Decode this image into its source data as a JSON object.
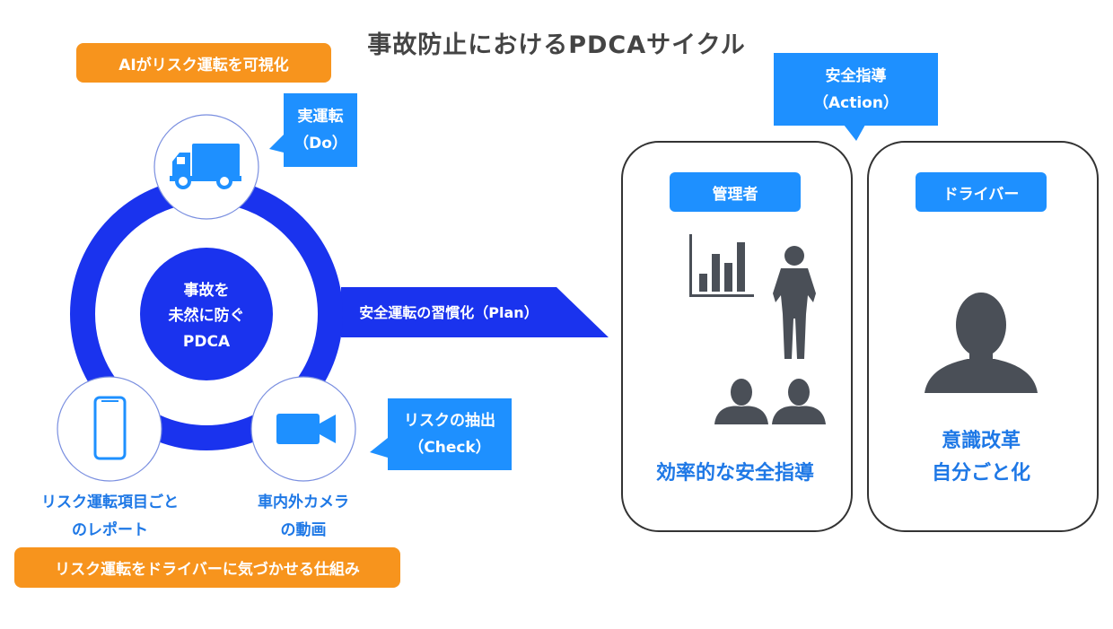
{
  "title": "事故防止におけるPDCAサイクル",
  "top_pill": "AIがリスク運転を可視化",
  "bottom_pill": "リスク運転をドライバーに気づかせる仕組み",
  "center": {
    "line1": "事故を",
    "line2": "未然に防ぐ",
    "line3": "PDCA"
  },
  "do_callout": {
    "line1": "実運転",
    "line2": "（Do）"
  },
  "check_callout": {
    "line1": "リスクの抽出",
    "line2": "（Check）"
  },
  "action_callout": {
    "line1": "安全指導",
    "line2": "（Action）"
  },
  "plan_label": "安全運転の習慣化（Plan）",
  "phone_label": {
    "line1": "リスク運転項目ごと",
    "line2": "のレポート"
  },
  "camera_label": {
    "line1": "車内外カメラ",
    "line2": "の動画"
  },
  "manager_panel": {
    "role": "管理者",
    "text": "効率的な安全指導"
  },
  "driver_panel": {
    "role": "ドライバー",
    "line1": "意識改革",
    "line2": "自分ごと化"
  },
  "colors": {
    "blue": "#1e90ff",
    "ring": "#1a33ee",
    "orange": "#f7941d",
    "silhouette": "#4a4f57"
  }
}
